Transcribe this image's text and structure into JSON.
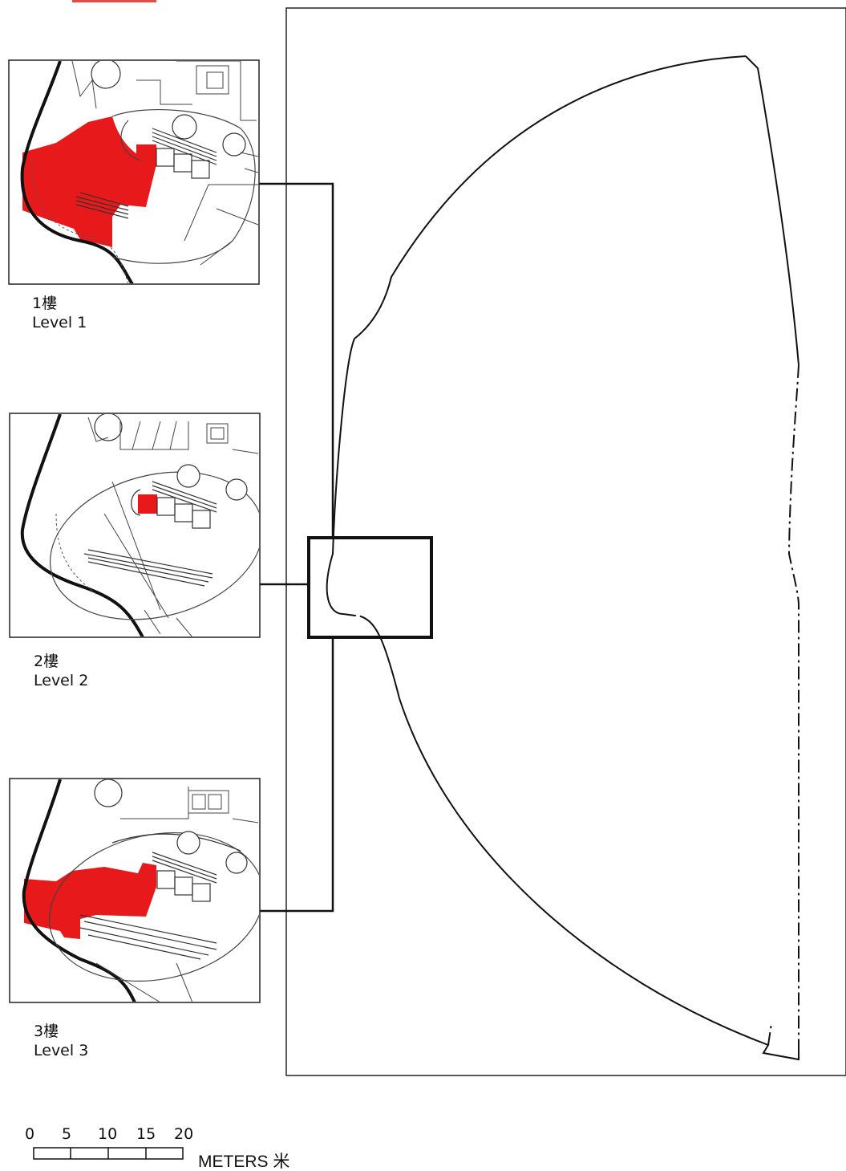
{
  "levels": [
    {
      "zh": "1樓",
      "en": "Level 1"
    },
    {
      "zh": "2樓",
      "en": "Level 2"
    },
    {
      "zh": "3樓",
      "en": "Level 3"
    }
  ],
  "scale_bar": {
    "ticks": [
      "0",
      "5",
      "10",
      "15",
      "20"
    ],
    "unit": "METERS 米"
  },
  "colors": {
    "highlight": "#e8191b",
    "line": "#111111",
    "corner_mark": "#e74a4a"
  }
}
